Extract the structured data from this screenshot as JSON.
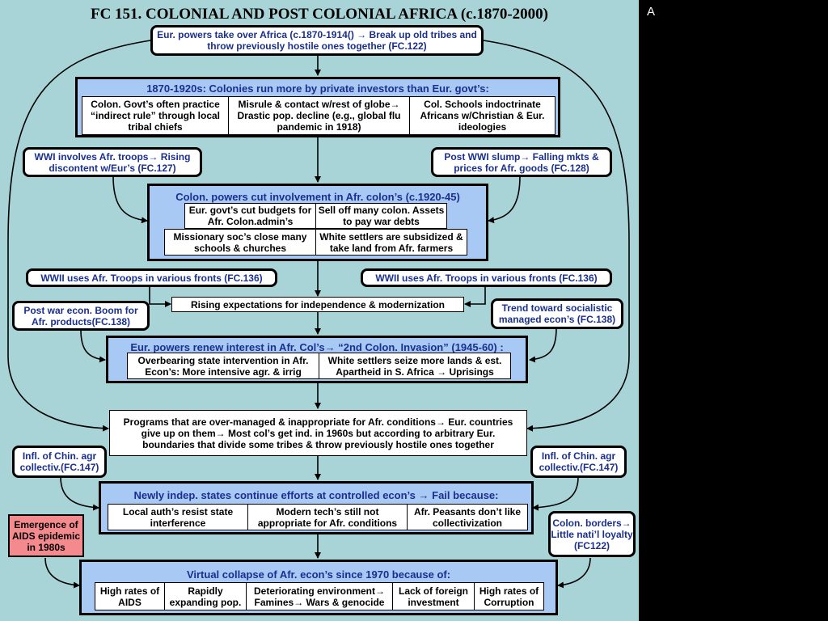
{
  "title": "FC 151. COLONIAL AND POST COLONIAL AFRICA (c.1870-2000)",
  "corner_label": "A",
  "top_box": "Eur. powers take over Africa (c.1870-1914() → Break up old tribes and throw previously hostile ones together (FC.122)",
  "panel1": {
    "header": "1870-1920s: Colonies run more by private investors than Eur. govt’s:",
    "cells": [
      "Colon. Govt’s often practice “indirect rule” through local tribal chiefs",
      "Misrule & contact w/rest of globe→ Drastic pop. decline (e.g., global flu pandemic in 1918)",
      "Col. Schools indoctrinate Africans w/Christian & Eur. ideologies"
    ]
  },
  "wwi_left": "WWI involves Afr. troops→ Rising discontent w/Eur’s (FC.127)",
  "wwi_right": "Post WWI slump→ Falling mkts & prices for Afr. goods (FC.128)",
  "panel2": {
    "header": "Colon. powers cut involvement in Afr. colon’s (c.1920-45)",
    "cells": [
      "Eur. govt’s cut budgets for Afr. Colon.admin’s",
      "Sell off many colon. Assets to pay war debts",
      "Missionary soc’s close many schools & churches",
      "White settlers are subsidized & take land from Afr. farmers"
    ]
  },
  "wwii_left": "WWII uses Afr. Troops in various fronts (FC.136)",
  "wwii_right": "WWII uses Afr. Troops in various fronts (FC.136)",
  "rising": "Rising expectations for independence & modernization",
  "postwar": "Post war econ. Boom for Afr. products(FC.138)",
  "trend": "Trend toward socialistic managed econ’s (FC.138)",
  "panel3": {
    "header": "Eur. powers renew interest in Afr. Col’s→ “2nd Colon. Invasion” (1945-60) :",
    "cells": [
      "Overbearing state intervention in Afr. Econ’s: More intensive agr. & irrig",
      "White settlers seize more lands & est. Apartheid in S. Africa → Uprisings"
    ]
  },
  "programs": "Programs that are over-managed & inappropriate for Afr. conditions→ Eur. countries give up on them→ Most col’s get ind. in 1960s but according to arbitrary Eur. boundaries that divide some tribes & throw previously hostile ones together",
  "chin_left": "Infl. of Chin. agr collectiv.(FC.147)",
  "chin_right": "Infl. of Chin. agr collectiv.(FC.147)",
  "panel4": {
    "header": "Newly indep. states continue efforts at controlled econ’s →  Fail because:",
    "cells": [
      "Local auth’s resist state interference",
      "Modern tech’s still not appropriate for Afr. conditions",
      "Afr. Peasants don’t like collectivization"
    ]
  },
  "aids": "Emergence of AIDS epidemic in 1980s",
  "borders": "Colon. borders→ Little nati’l loyalty (FC122)",
  "panel5": {
    "header": "Virtual collapse of Afr. econ’s since 1970 because of:",
    "cells": [
      "High rates of AIDS",
      "Rapidly expanding pop.",
      "Deteriorating environment→ Famines→ Wars & genocide",
      "Lack of foreign investment",
      "High rates of Corruption"
    ]
  },
  "colors": {
    "slide_bg": "#a8d4d8",
    "panel_bg": "#a9c9f5",
    "note_text": "#1a2f8f",
    "aids_bg": "#f48a8e"
  }
}
